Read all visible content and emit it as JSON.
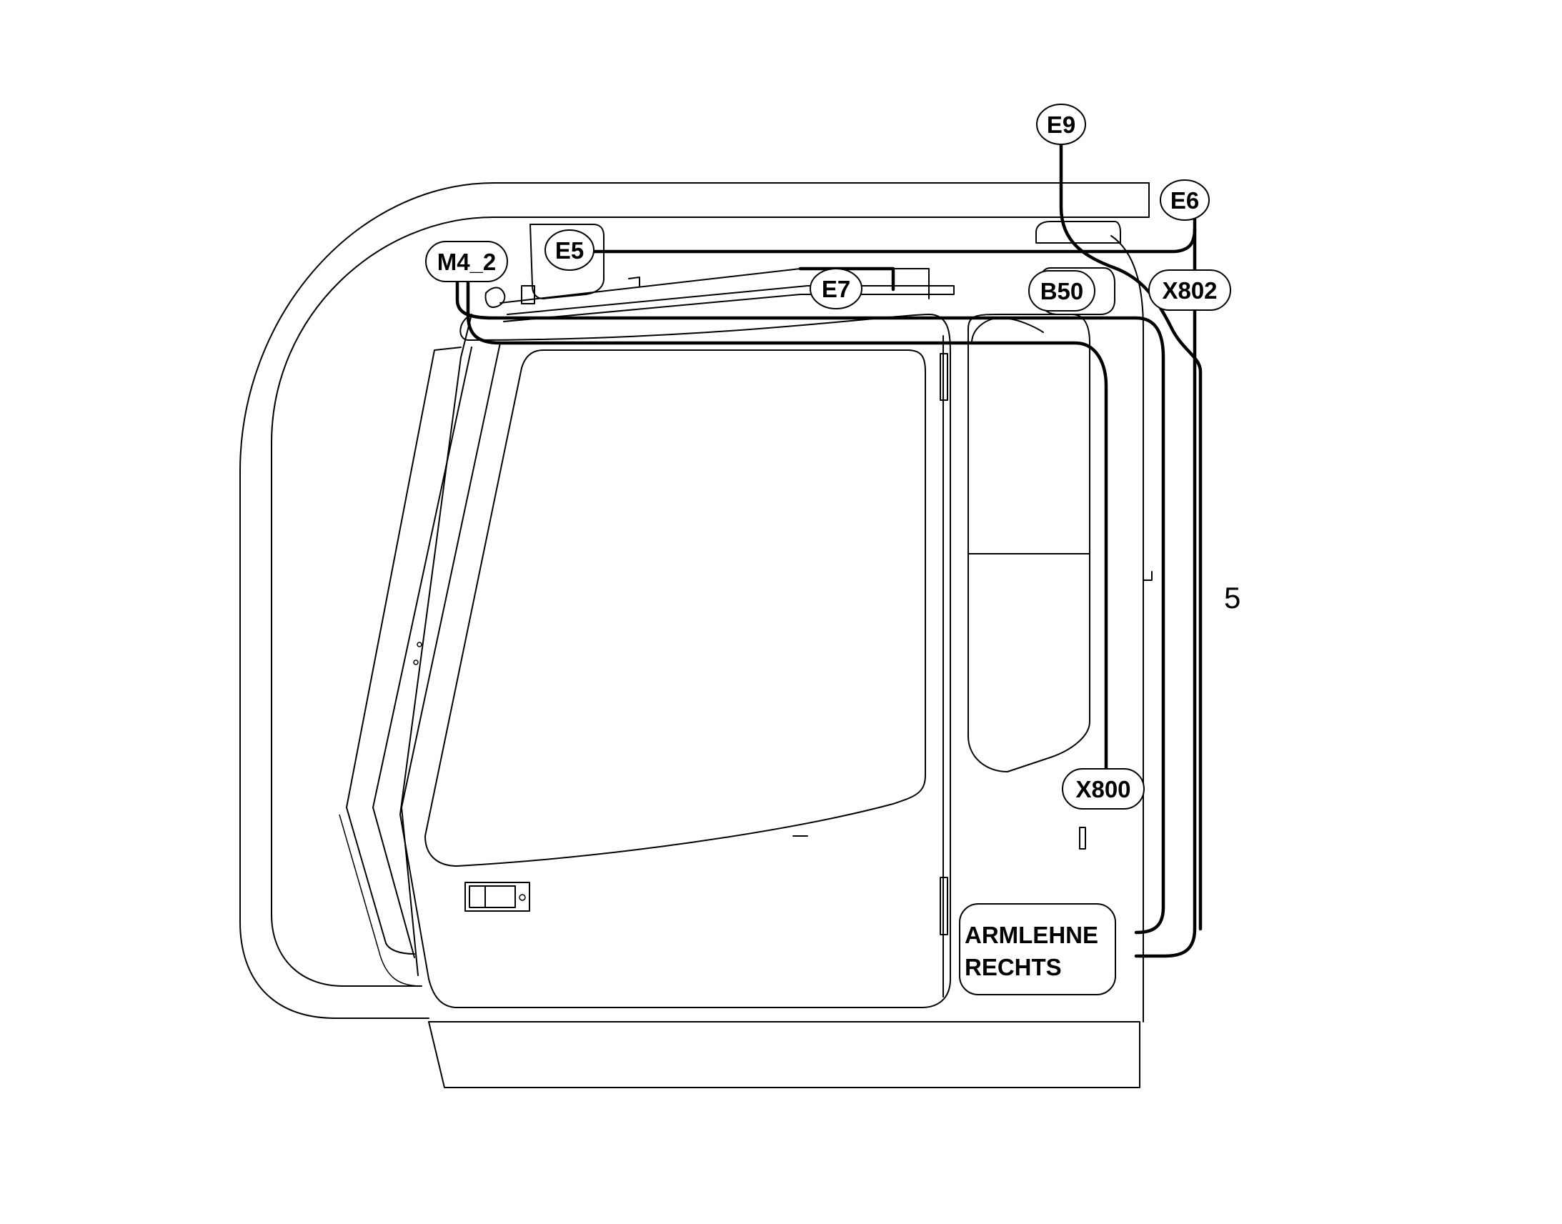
{
  "labels": {
    "e9": "E9",
    "e6": "E6",
    "e5": "E5",
    "m4_2": "M4_2",
    "e7": "E7",
    "b50": "B50",
    "x802": "X802",
    "x800": "X800",
    "armrest_line1": "ARMLEHNE",
    "armrest_line2": "RECHTS"
  },
  "item_number": "5",
  "colors": {
    "line": "#000000",
    "background": "#ffffff"
  }
}
